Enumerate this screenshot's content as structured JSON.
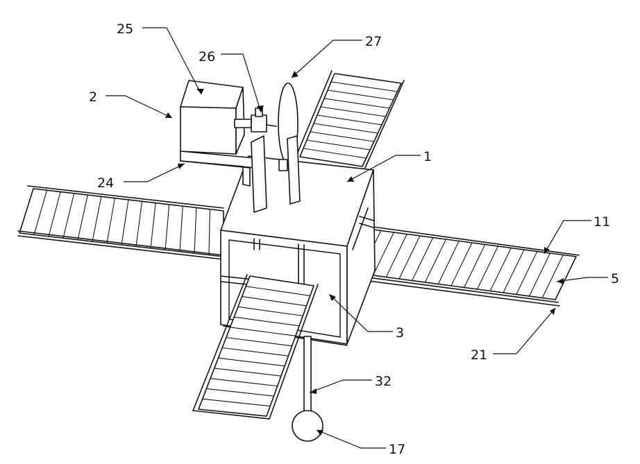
{
  "labels": {
    "l1": "1",
    "l2": "2",
    "l3": "3",
    "l5": "5",
    "l11": "11",
    "l17": "17",
    "l21": "21",
    "l24": "24",
    "l25": "25",
    "l26": "26",
    "l27": "27",
    "l32": "32"
  },
  "colors": {
    "line": "#111111",
    "background": "#ffffff"
  }
}
